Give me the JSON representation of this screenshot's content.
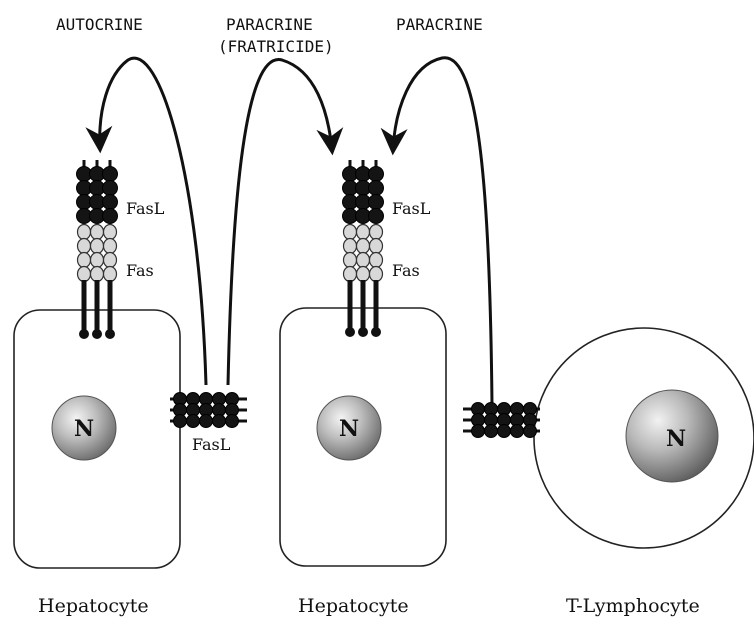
{
  "signaling_modes": {
    "autocrine": "AUTOCRINE",
    "paracrine_fratricide_line1": "PARACRINE",
    "paracrine_fratricide_line2": "(FRATRICIDE)",
    "paracrine": "PARACRINE"
  },
  "molecules": {
    "fasl": "FasL",
    "fas": "Fas"
  },
  "nucleus_label": "N",
  "cells": {
    "hepatocyte_left": "Hepatocyte",
    "hepatocyte_middle": "Hepatocyte",
    "t_lymphocyte": "T-Lymphocyte"
  }
}
